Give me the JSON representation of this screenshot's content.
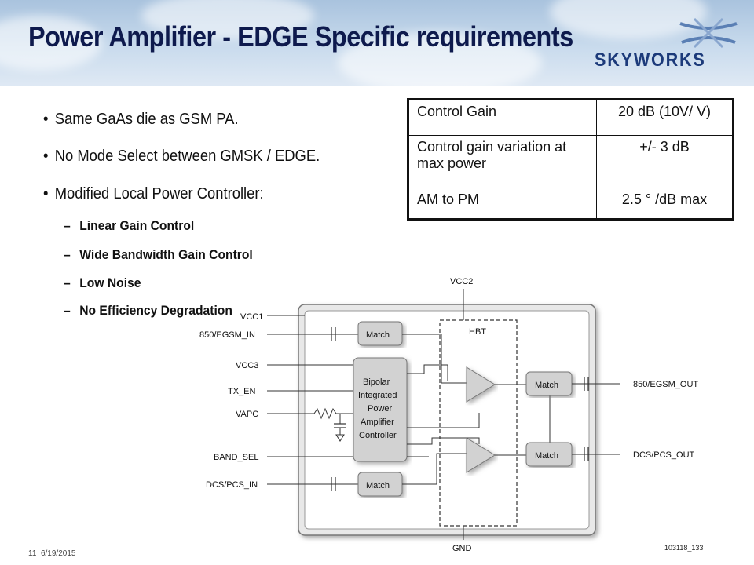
{
  "header": {
    "title": "Power Amplifier -  EDGE Specific requirements",
    "logo_text": "SKYWORKS"
  },
  "bullets": [
    "Same GaAs die as GSM PA.",
    "No Mode Select between GMSK / EDGE.",
    "Modified Local Power Controller:"
  ],
  "sub_bullets": [
    "Linear Gain Control",
    "Wide Bandwidth Gain Control",
    "Low Noise",
    "No Efficiency Degradation"
  ],
  "table": [
    {
      "param": "Control Gain",
      "value": "20 dB (10V/ V)"
    },
    {
      "param": "Control gain variation at max power",
      "value": "+/- 3 dB"
    },
    {
      "param": "AM to PM",
      "value": "2.5 ° /dB max"
    }
  ],
  "diagram": {
    "vcc2": "VCC2",
    "vcc1": "VCC1",
    "gnd": "GND",
    "in_850": "850/EGSM_IN",
    "vcc3": "VCC3",
    "tx_en": "TX_EN",
    "vapc": "VAPC",
    "band_sel": "BAND_SEL",
    "in_dcs": "DCS/PCS_IN",
    "out_850": "850/EGSM_OUT",
    "out_dcs": "DCS/PCS_OUT",
    "match": "Match",
    "hbt": "HBT",
    "controller_lines": [
      "Bipolar",
      "Integrated",
      "Power",
      "Amplifier",
      "Controller"
    ],
    "figure_id": "103118_133"
  },
  "footer": {
    "page": "11",
    "date": "6/19/2015"
  }
}
